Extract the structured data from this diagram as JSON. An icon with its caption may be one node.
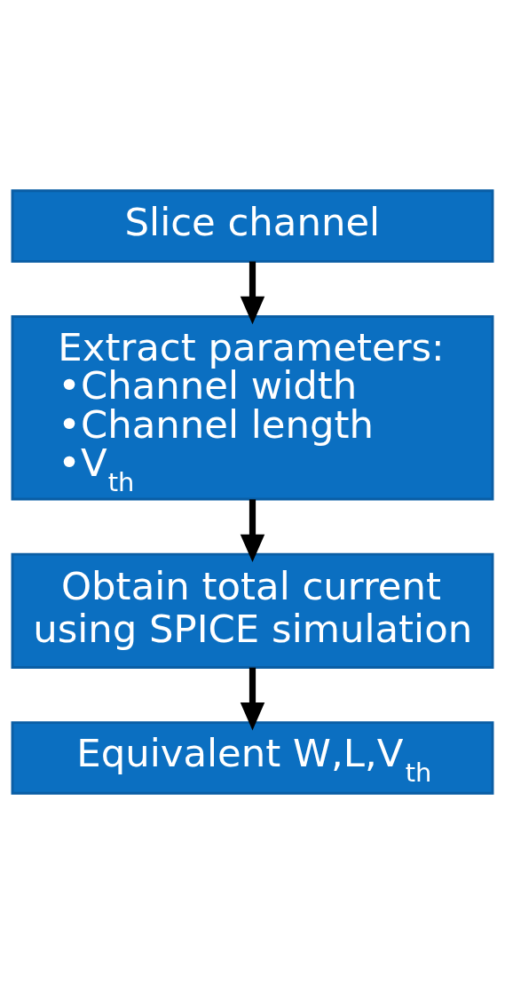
{
  "diagram": {
    "nodes": [
      {
        "text": [
          "Slice channel"
        ]
      },
      {
        "text": [
          "Extract parameters:",
          "•Channel width",
          "•Channel length",
          "•V$_{th}$"
        ]
      },
      {
        "text": [
          "Obtain total current using SPICE simulation"
        ]
      },
      {
        "text": [
          "Equivalent W,L,V$_{th}$"
        ]
      }
    ],
    "edges": [
      {
        "from": 0,
        "to": 1,
        "arrow": "to"
      },
      {
        "from": 1,
        "to": 2,
        "arrow": "to"
      },
      {
        "from": 2,
        "to": 3,
        "arrow": "to"
      }
    ]
  }
}
